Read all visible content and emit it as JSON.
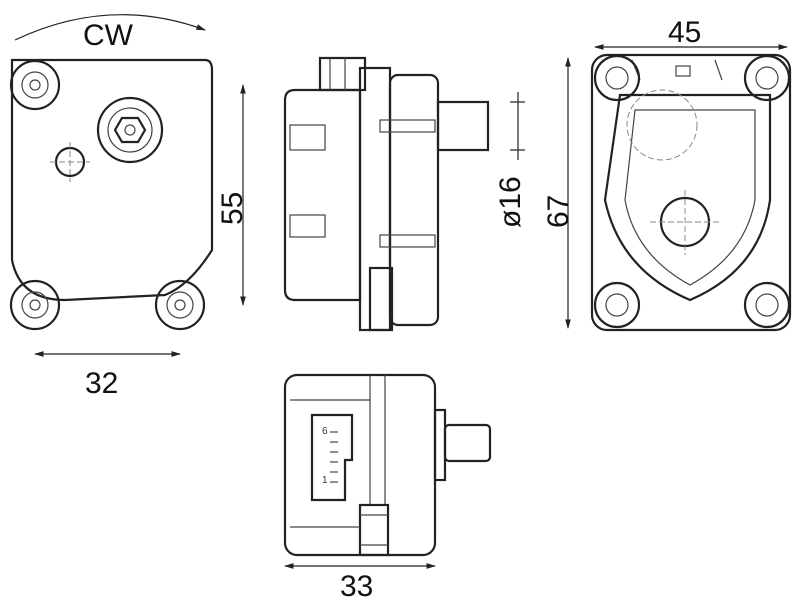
{
  "title": "Actuator dimensional drawing",
  "rotation_label": "CW",
  "dimensions": {
    "front_height": "55",
    "front_width": "32",
    "side_shaft_diameter": "ø16",
    "rear_width": "45",
    "rear_height": "67",
    "bottom_width": "33"
  },
  "connector_pins": {
    "first": "1",
    "last": "6"
  }
}
